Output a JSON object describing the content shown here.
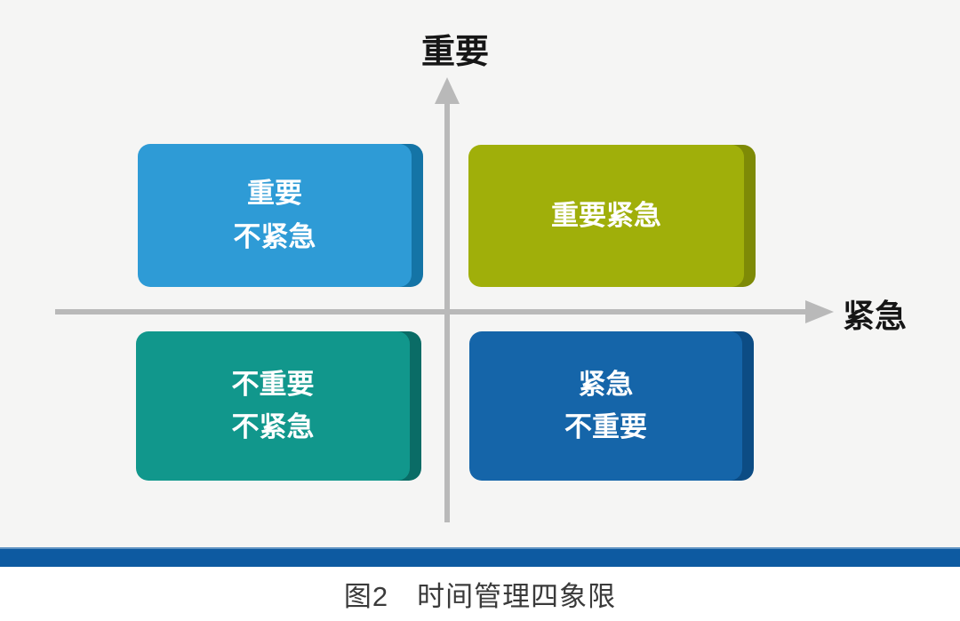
{
  "diagram": {
    "y_axis_label": "重要",
    "x_axis_label": "紧急",
    "quadrants": [
      {
        "name": "important-not-urgent",
        "text": "重要\n不紧急",
        "color": "#2e9bd6",
        "edge": "#1474a6"
      },
      {
        "name": "important-urgent",
        "text": "重要紧急",
        "color": "#a0af0a",
        "edge": "#7e8a06"
      },
      {
        "name": "not-important-not-urgent",
        "text": "不重要\n不紧急",
        "color": "#11978c",
        "edge": "#0a6c66"
      },
      {
        "name": "urgent-not-important",
        "text": "紧急\n不重要",
        "color": "#1565a9",
        "edge": "#0c4c84"
      }
    ],
    "axis_color": "#b9b9b9",
    "divider_bar_color": "#0d5aa1",
    "background_color": "#f5f5f4",
    "caption": "图2　时间管理四象限"
  }
}
